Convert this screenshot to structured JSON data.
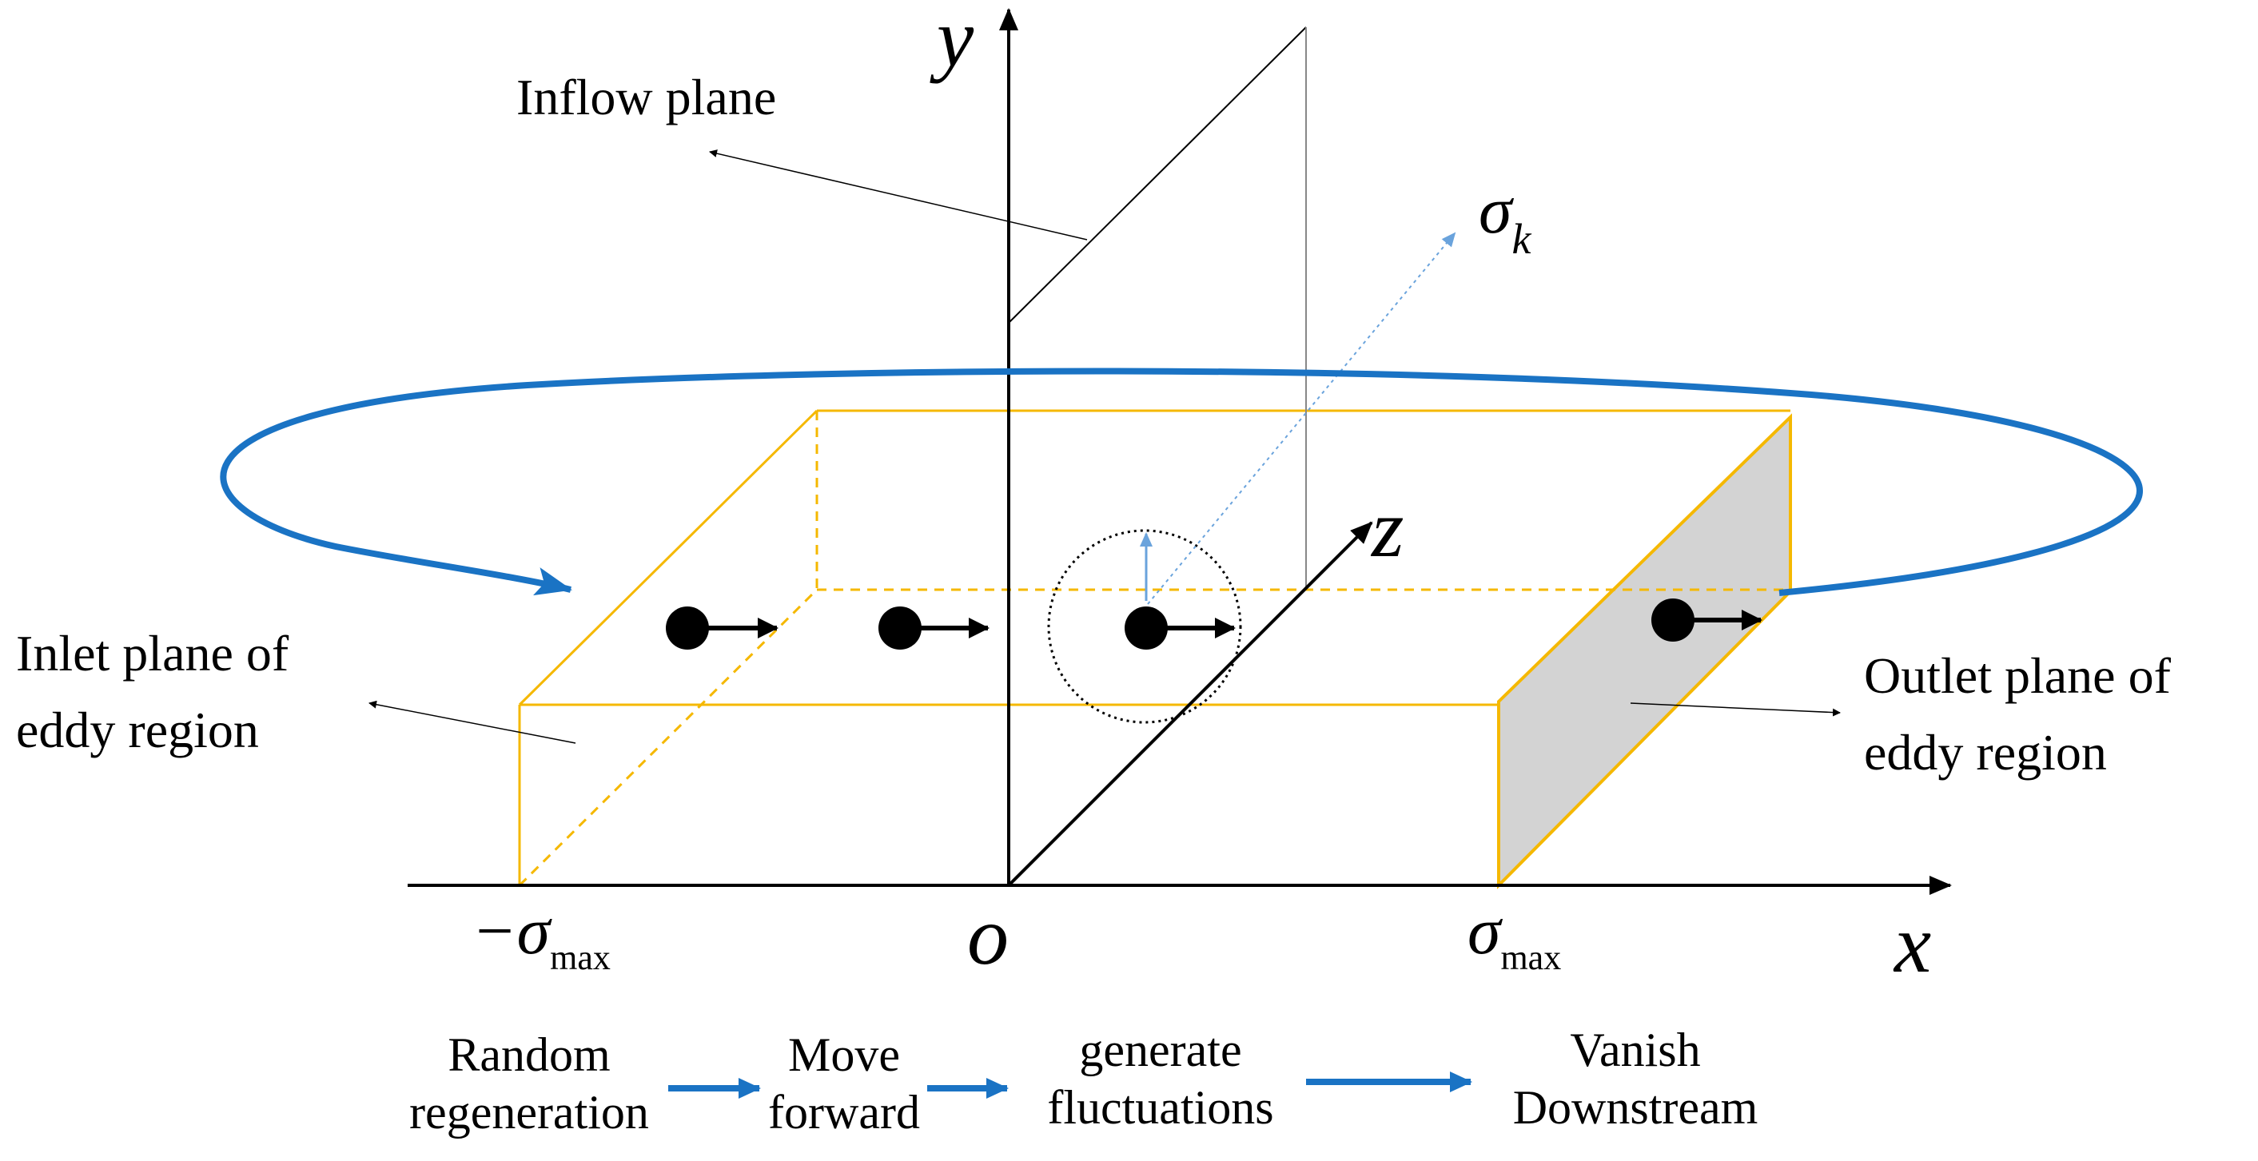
{
  "labels": {
    "inflow_plane": "Inflow plane",
    "inlet_plane_line1": "Inlet plane of",
    "inlet_plane_line2": "eddy region",
    "outlet_plane_line1": "Outlet plane of",
    "outlet_plane_line2": "eddy region"
  },
  "axes": {
    "x": "x",
    "y": "y",
    "z": "z",
    "origin": "o"
  },
  "symbols": {
    "sigma": "σ",
    "minus_sigma": "−σ",
    "sub_max": "max",
    "sub_k": "k"
  },
  "process_steps": [
    {
      "line1": "Random",
      "line2": "regeneration"
    },
    {
      "line1": "Move",
      "line2": "forward"
    },
    {
      "line1": "generate",
      "line2": "fluctuations"
    },
    {
      "line1": "Vanish",
      "line2": "Downstream"
    }
  ],
  "colors": {
    "box_edge": "#f5b800",
    "cycle_arrow": "#1a73c4",
    "outlet_fill": "#d3d3d3",
    "sigma_k_arrow": "#6aa3dc",
    "eddy": "#000000"
  }
}
